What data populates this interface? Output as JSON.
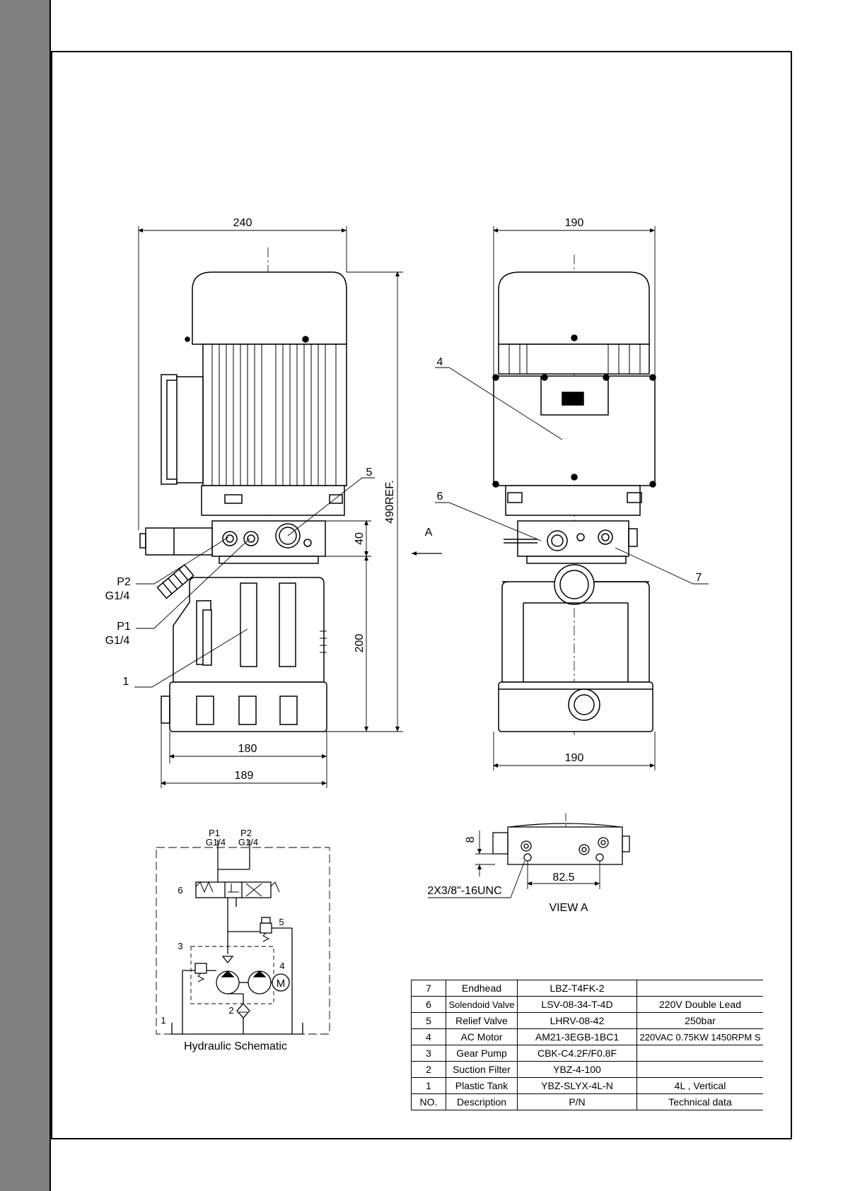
{
  "front_view": {
    "dim_top_width": "240",
    "dim_height_total": "490REF.",
    "dim_valve_block": "40",
    "dim_tank_height": "200",
    "dim_tank_width": "180",
    "dim_base_width": "189",
    "callouts": {
      "p2": "P2",
      "p2_thread": "G1/4",
      "p1": "P1",
      "p1_thread": "G1/4",
      "item1": "1",
      "item5": "5"
    },
    "view_arrow": "A"
  },
  "side_view": {
    "dim_top_width": "190",
    "dim_bottom_width": "190",
    "callouts": {
      "item4": "4",
      "item6": "6",
      "item7": "7"
    }
  },
  "view_a": {
    "dim_height": "8",
    "dim_spacing": "82.5",
    "thread_note": "2X3/8\"-16UNC",
    "title": "VIEW A"
  },
  "schematic": {
    "port_p1": "P1",
    "port_p1_thread": "G1/4",
    "port_p2": "P2",
    "port_p2_thread": "G1/4",
    "labels": {
      "n1": "1",
      "n2": "2",
      "n3": "3",
      "n4": "4",
      "n5": "5",
      "n6": "6"
    },
    "motor_symbol": "M",
    "title": "Hydraulic Schematic"
  },
  "parts_table": {
    "rows": [
      {
        "no": "7",
        "description": "Endhead",
        "pn": "LBZ-T4FK-2",
        "tech": ""
      },
      {
        "no": "6",
        "description": "Solendoid Valve",
        "pn": "LSV-08-34-T-4D",
        "tech": "220V Double Lead"
      },
      {
        "no": "5",
        "description": "Relief Valve",
        "pn": "LHRV-08-42",
        "tech": "250bar"
      },
      {
        "no": "4",
        "description": "AC Motor",
        "pn": "AM21-3EGB-1BC1",
        "tech": "220VAC 0.75KW 1450RPM S"
      },
      {
        "no": "3",
        "description": "Gear Pump",
        "pn": "CBK-C4.2F/F0.8F",
        "tech": ""
      },
      {
        "no": "2",
        "description": "Suction Filter",
        "pn": "YBZ-4-100",
        "tech": ""
      },
      {
        "no": "1",
        "description": "Plastic Tank",
        "pn": "YBZ-SLYX-4L-N",
        "tech": "4L , Vertical"
      }
    ],
    "header": {
      "no": "NO.",
      "description": "Description",
      "pn": "P/N",
      "tech": "Technical data"
    }
  }
}
